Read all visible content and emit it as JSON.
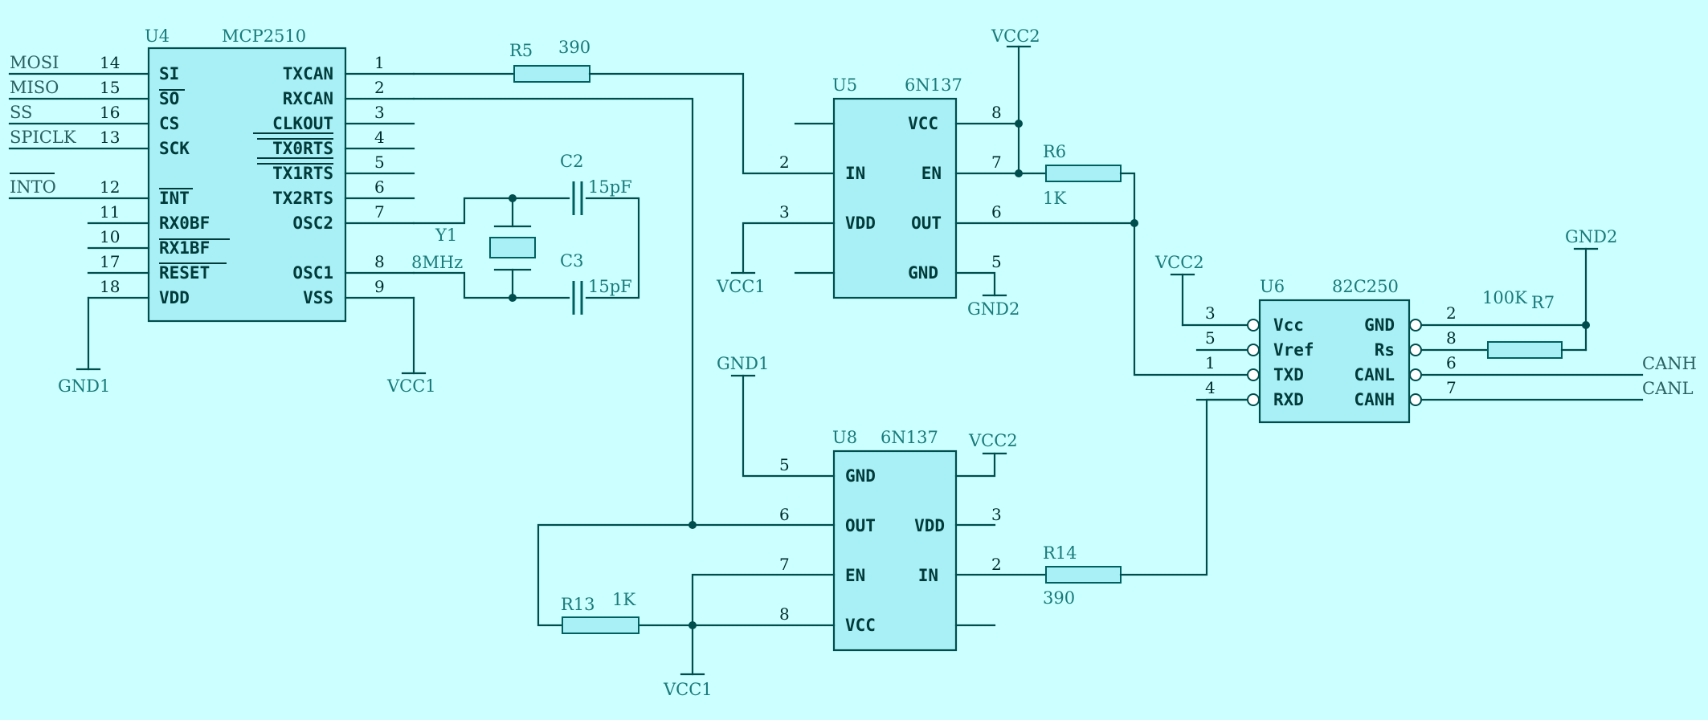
{
  "u4": {
    "ref": "U4",
    "part": "MCP2510",
    "left_pins": [
      {
        "num": "14",
        "name": "SI",
        "signal": "MOSI"
      },
      {
        "num": "15",
        "name": "SO",
        "signal": "MISO"
      },
      {
        "num": "16",
        "name": "CS",
        "signal": "SS"
      },
      {
        "num": "13",
        "name": "SCK",
        "signal": "SPICLK"
      },
      {
        "num": "12",
        "name": "INT",
        "signal": "INTO"
      },
      {
        "num": "11",
        "name": "RX0BF"
      },
      {
        "num": "10",
        "name": "RX1BF"
      },
      {
        "num": "17",
        "name": "RESET"
      },
      {
        "num": "18",
        "name": "VDD"
      }
    ],
    "right_pins": [
      {
        "num": "1",
        "name": "TXCAN"
      },
      {
        "num": "2",
        "name": "RXCAN"
      },
      {
        "num": "3",
        "name": "CLKOUT"
      },
      {
        "num": "4",
        "name": "TX0RTS"
      },
      {
        "num": "5",
        "name": "TX1RTS"
      },
      {
        "num": "6",
        "name": "TX2RTS"
      },
      {
        "num": "7",
        "name": "OSC2"
      },
      {
        "num": "8",
        "name": "OSC1"
      },
      {
        "num": "9",
        "name": "VSS"
      }
    ],
    "gnd_label": "GND1",
    "vcc_label": "VCC1"
  },
  "crystal": {
    "ref": "Y1",
    "value": "8MHz"
  },
  "c2": {
    "ref": "C2",
    "value": "15pF"
  },
  "c3": {
    "ref": "C3",
    "value": "15pF"
  },
  "r5": {
    "ref": "R5",
    "value": "390"
  },
  "r6": {
    "ref": "R6",
    "value": "1K"
  },
  "r7": {
    "ref": "R7",
    "value": "100K"
  },
  "r13": {
    "ref": "R13",
    "value": "1K"
  },
  "r14": {
    "ref": "R14",
    "value": "390"
  },
  "u5": {
    "ref": "U5",
    "part": "6N137",
    "pins": [
      {
        "num": "2",
        "name": "IN"
      },
      {
        "num": "3",
        "name": "VDD"
      },
      {
        "num": "8",
        "name": "VCC"
      },
      {
        "num": "7",
        "name": "EN"
      },
      {
        "num": "6",
        "name": "OUT"
      },
      {
        "num": "5",
        "name": "GND"
      }
    ],
    "vcc_top": "VCC2",
    "vcc1": "VCC1",
    "gnd": "GND2"
  },
  "u8": {
    "ref": "U8",
    "part": "6N137",
    "pins": [
      {
        "num": "5",
        "name": "GND"
      },
      {
        "num": "6",
        "name": "OUT"
      },
      {
        "num": "7",
        "name": "EN"
      },
      {
        "num": "8",
        "name": "VCC"
      },
      {
        "num": "3",
        "name": "VDD"
      },
      {
        "num": "2",
        "name": "IN"
      }
    ],
    "gnd": "GND1",
    "vcc2": "VCC2",
    "vcc1": "VCC1"
  },
  "u6": {
    "ref": "U6",
    "part": "82C250",
    "left_pins": [
      {
        "num": "3",
        "name": "Vcc"
      },
      {
        "num": "5",
        "name": "Vref"
      },
      {
        "num": "1",
        "name": "TXD"
      },
      {
        "num": "4",
        "name": "RXD"
      }
    ],
    "right_pins": [
      {
        "num": "2",
        "name": "GND"
      },
      {
        "num": "8",
        "name": "Rs"
      },
      {
        "num": "6",
        "name": "CANL"
      },
      {
        "num": "7",
        "name": "CANH"
      }
    ],
    "vcc": "VCC2",
    "gnd": "GND2",
    "out_labels": [
      "CANH",
      "CANL"
    ]
  }
}
